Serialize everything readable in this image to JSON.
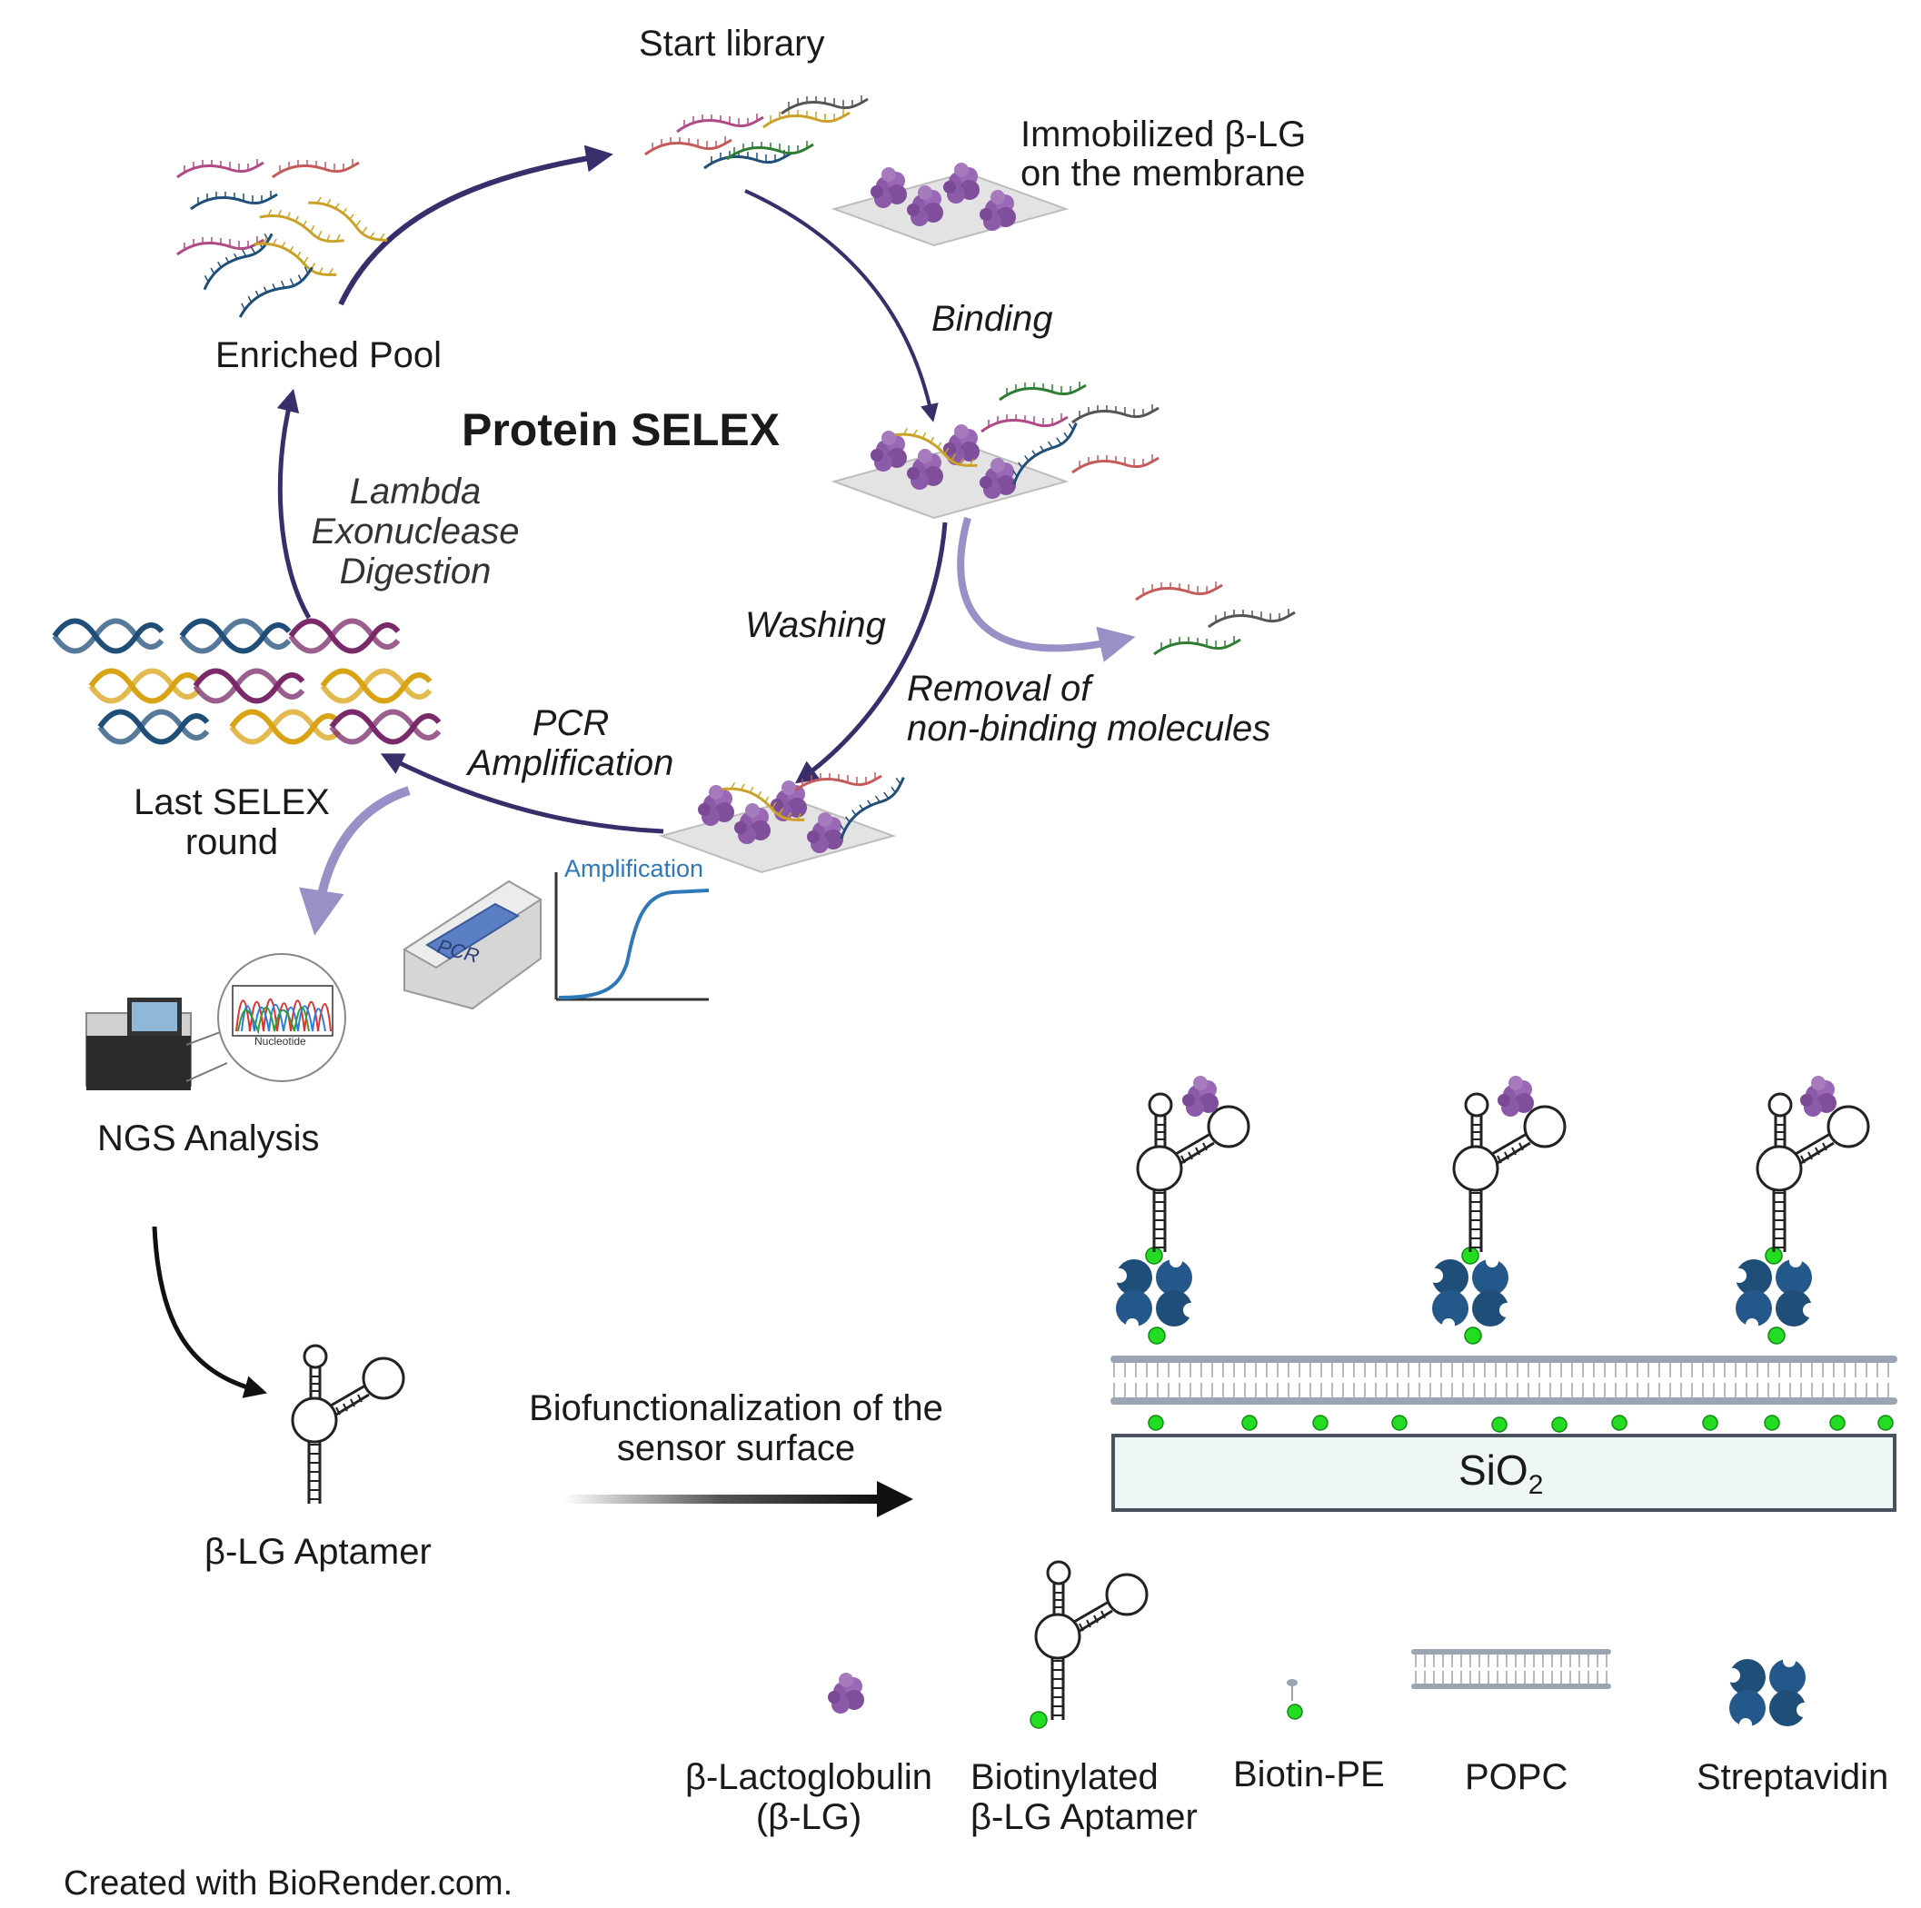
{
  "colors": {
    "cycle_arrow": "#3a2d6b",
    "light_arrow": "#9a8fc7",
    "protein": "#8b5aa8",
    "streptavidin": "#1f4e79",
    "biotin": "#22dd22",
    "membrane": "#9aa4b2",
    "substrate_fill": "#eef7f4",
    "amplification_curve": "#2f78b7"
  },
  "labels": {
    "start_library": "Start library",
    "immobilized_line1": "Immobilized β-LG",
    "immobilized_line2": "on the membrane",
    "binding": "Binding",
    "enriched_pool": "Enriched Pool",
    "protein_selex": "Protein SELEX",
    "lambda_line1": "Lambda",
    "lambda_line2": "Exonuclease",
    "lambda_line3": "Digestion",
    "washing": "Washing",
    "removal_line1": "Removal of",
    "removal_line2": "non-binding molecules",
    "pcr_line1": "PCR",
    "pcr_line2": "Amplification",
    "last_round_line1": "Last SELEX",
    "last_round_line2": "round",
    "amplification": "Amplification",
    "pcr_screen": "PCR",
    "nucleotide": "Nucleotide",
    "ngs_analysis": "NGS Analysis",
    "aptamer": "β-LG Aptamer",
    "biofunc_line1": "Biofunctionalization of the",
    "biofunc_line2": "sensor surface",
    "sio2": "SiO",
    "sio2_sub": "2",
    "credit": "Created with BioRender.com."
  },
  "legend": [
    {
      "line1": "β-Lactoglobulin",
      "line2": "(β-LG)"
    },
    {
      "line1": "Biotinylated",
      "line2": "β-LG Aptamer"
    },
    {
      "line1": "Biotin-PE",
      "line2": ""
    },
    {
      "line1": "POPC",
      "line2": ""
    },
    {
      "line1": "Streptavidin",
      "line2": ""
    }
  ]
}
